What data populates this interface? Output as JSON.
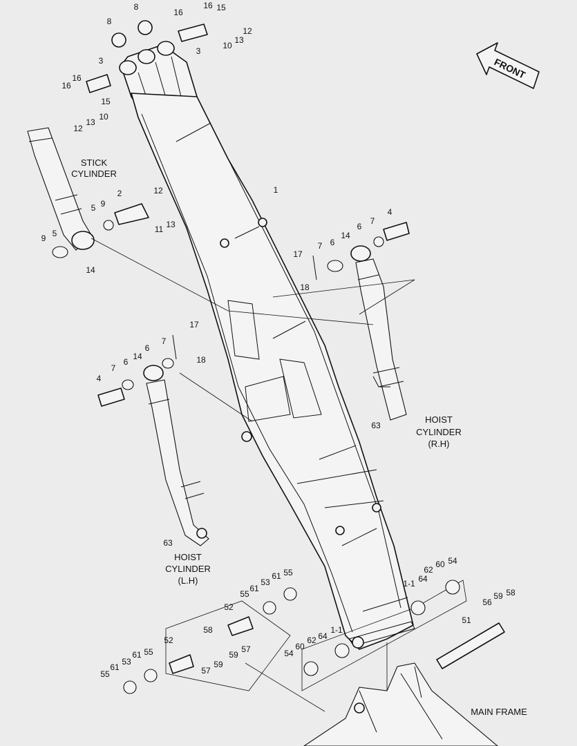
{
  "labels": {
    "front": "FRONT",
    "stick_cylinder": [
      "STICK",
      "CYLINDER"
    ],
    "hoist_cylinder_rh": [
      "HOIST",
      "CYLINDER",
      "(R.H)"
    ],
    "hoist_cylinder_lh": [
      "HOIST",
      "CYLINDER",
      "(L.H)"
    ],
    "main_frame": "MAIN FRAME"
  },
  "callouts": {
    "c01": "8",
    "c02": "8",
    "c03": "16",
    "c04": "16",
    "c05": "15",
    "c06": "12",
    "c07": "10",
    "c08": "13",
    "c09": "3",
    "c10": "3",
    "c11": "16",
    "c12": "16",
    "c13": "15",
    "c14": "10",
    "c15": "13",
    "c16": "12",
    "c17": "1",
    "c18": "2",
    "c19": "12",
    "c20": "5",
    "c21": "9",
    "c22": "11",
    "c23": "13",
    "c24": "9",
    "c25": "5",
    "c26": "14",
    "c27": "4",
    "c28": "7",
    "c29": "6",
    "c30": "14",
    "c31": "7",
    "c32": "6",
    "c33": "17",
    "c34": "18",
    "c35": "17",
    "c36": "7",
    "c37": "6",
    "c38": "14",
    "c39": "18",
    "c40": "7",
    "c41": "6",
    "c42": "4",
    "c43": "63",
    "c44": "63",
    "c45": "53",
    "c46": "61",
    "c47": "55",
    "c48": "55",
    "c49": "61",
    "c50": "52",
    "c51": "58",
    "c52": "52",
    "c53": "57",
    "c54": "59",
    "c55": "57",
    "c56": "59",
    "c57": "53",
    "c58": "61",
    "c59": "55",
    "c60": "55",
    "c61": "61",
    "c62": "1-1",
    "c63": "64",
    "c64": "62",
    "c65": "60",
    "c66": "54",
    "c67": "54",
    "c68": "60",
    "c69": "62",
    "c70": "64",
    "c71": "1-1",
    "c72": "59",
    "c73": "58",
    "c74": "56",
    "c75": "51"
  }
}
